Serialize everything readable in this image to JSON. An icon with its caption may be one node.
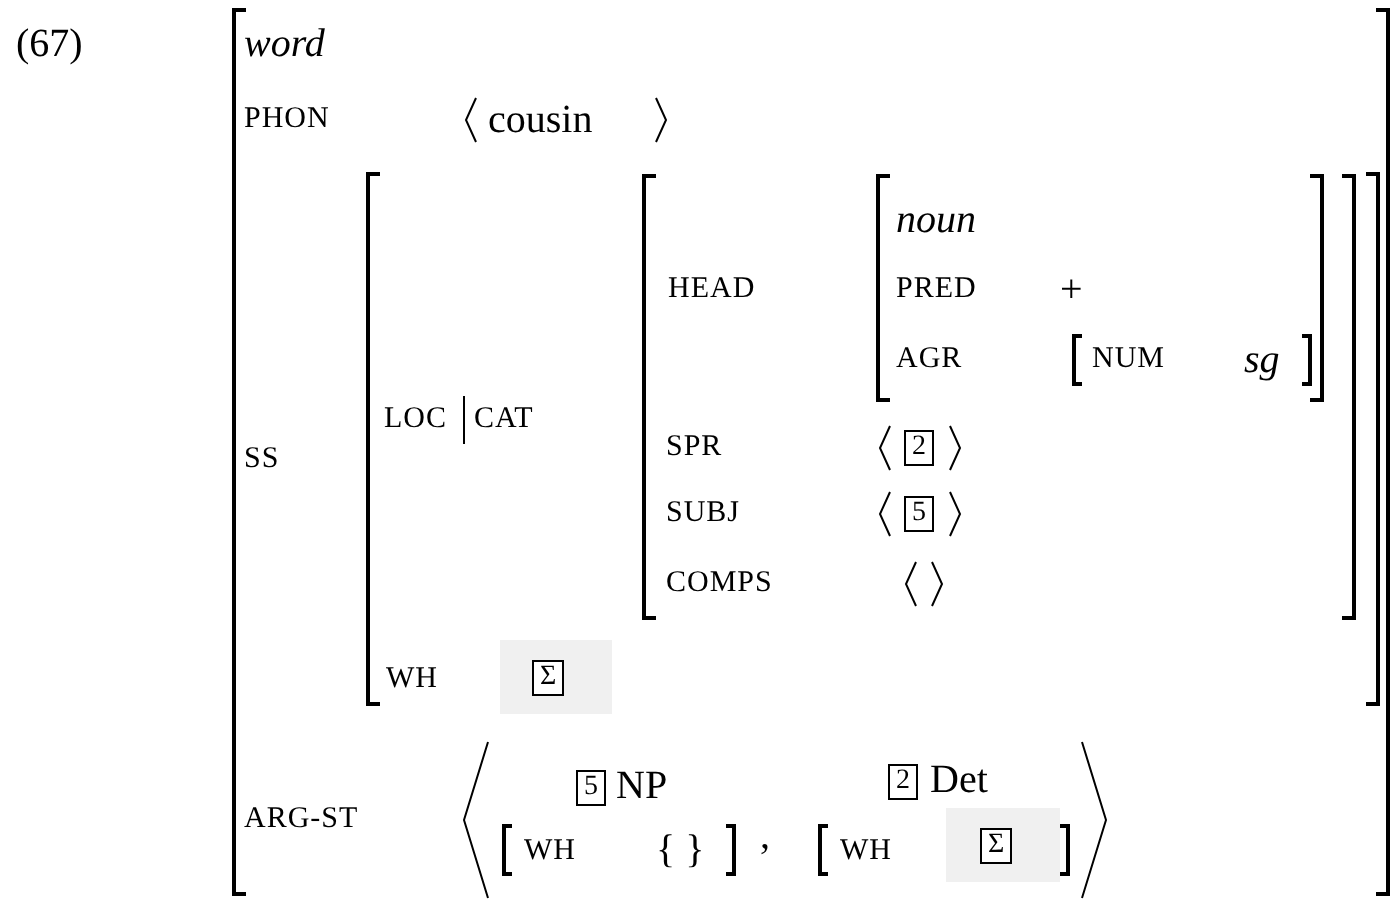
{
  "diagram": {
    "labels": [
      "(67)",
      "word",
      "PHON",
      "cousin",
      "LOC",
      "CAT",
      "HEAD",
      "noun",
      "PRED",
      "+",
      "AGR",
      "NUM",
      "sg",
      "SS",
      "SPR",
      "2",
      "SUBJ",
      "5",
      "COMPS",
      "WH",
      "Σ",
      "ARG-ST",
      "5",
      "NP",
      "WH",
      "{ }",
      ",",
      "2",
      "Det",
      "WH",
      "Σ"
    ]
  }
}
